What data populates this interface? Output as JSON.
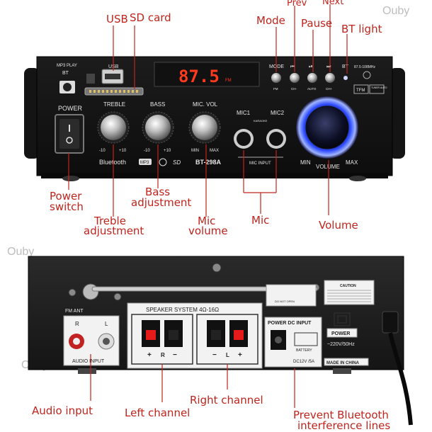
{
  "callouts": {
    "usb": "USB",
    "sd_card": "SD card",
    "mode": "Mode",
    "prev": "Prev",
    "next": "Next",
    "pause": "Pause",
    "bt_light": "BT light",
    "power_switch_1": "Power",
    "power_switch_2": "switch",
    "bass_1": "Bass",
    "bass_2": "adjustment",
    "treble_1": "Treble",
    "treble_2": "adjustment",
    "mic_volume_1": "Mic",
    "mic_volume_2": "volume",
    "mic": "Mic",
    "volume": "Volume",
    "audio_input": "Audio input",
    "left_channel": "Left channel",
    "right_channel": "Right channel",
    "prevent_1": "Prevent Bluetooth",
    "prevent_2": "interference lines"
  },
  "front_panel": {
    "mp3_play": "MP3 PLAY",
    "bt": "BT",
    "usb": "USB",
    "power": "POWER",
    "display": "87.5",
    "display_unit": "FM",
    "treble": "TREBLE",
    "bass": "BASS",
    "mic_vol": "MIC. VOL",
    "mic1": "MIC1",
    "mic2": "MIC2",
    "karaoke": "KARAOKE",
    "mic_input": "MIC INPUT",
    "minus10": "-10",
    "plus10": "+10",
    "min": "MIN",
    "max": "MAX",
    "bluetooth": "Bluetooth",
    "mp3": "MP3",
    "sd": "SD",
    "model": "BT-298A",
    "mode": "MODE",
    "fm": "FM",
    "ch_minus": "CH-",
    "auto": "AUTO",
    "ch_plus": "CH+",
    "bt_btn": "BT",
    "freq_range": "87.5-108MHz",
    "tfm": "TFM",
    "tuner_auto": "TUNER AUTO",
    "volume": "VOLUME"
  },
  "rear_panel": {
    "fm_ant": "FM ANT",
    "r": "R",
    "l": "L",
    "audio_input": "AUDIO INPUT",
    "speaker_system": "SPEAKER SYSTEM 4Ω-16Ω",
    "do_not_open": "DO NOT OPEN",
    "caution": "CAUTION",
    "power_dc_input": "POWER DC INPUT",
    "battery": "BATTERY",
    "dc": "DC12V /5A",
    "power": "POWER",
    "ac": "~220V/50Hz",
    "made_in_china": "MADE IN CHINA",
    "plus": "+",
    "minus": "−"
  },
  "watermark": "Ouby"
}
